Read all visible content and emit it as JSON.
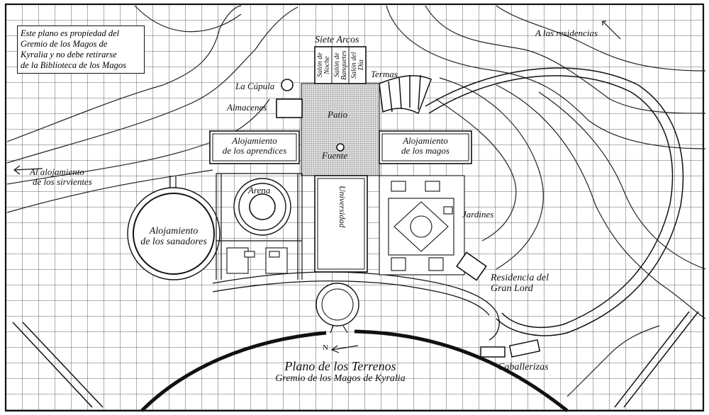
{
  "notice": [
    "Este plano es propiedad del",
    "Gremio de los Magos de",
    "Kyralia y no debe retirarse",
    "de la Biblioteca de los Magos"
  ],
  "labels": {
    "siete_arcos": "Siete Arcos",
    "salon_dia": "Salón del Día",
    "salon_banquetes": "Salón de Banquetes",
    "salon_noche": "Salón de Noche",
    "termas": "Termas",
    "cupula": "La Cúpula",
    "almacenes": "Almacenes",
    "patio": "Patio",
    "fuente": "Fuente",
    "aloj_aprendices_1": "Alojamiento",
    "aloj_aprendices_2": "de los aprendices",
    "aloj_magos_1": "Alojamiento",
    "aloj_magos_2": "de los magos",
    "sirvientes_1": "Al alojamiento",
    "sirvientes_2": "de los sirvientes",
    "arena": "Arena",
    "universidad": "Universidad",
    "jardines": "Jardines",
    "sanadores_1": "Alojamiento",
    "sanadores_2": "de los sanadores",
    "residencia_1": "Residencia del",
    "residencia_2": "Gran Lord",
    "residencias": "A las residencias",
    "caballerizas": "Caballerizas",
    "north": "N",
    "title": "Plano de los Terrenos",
    "subtitle": "Gremio de los Magos de Kyralia"
  }
}
